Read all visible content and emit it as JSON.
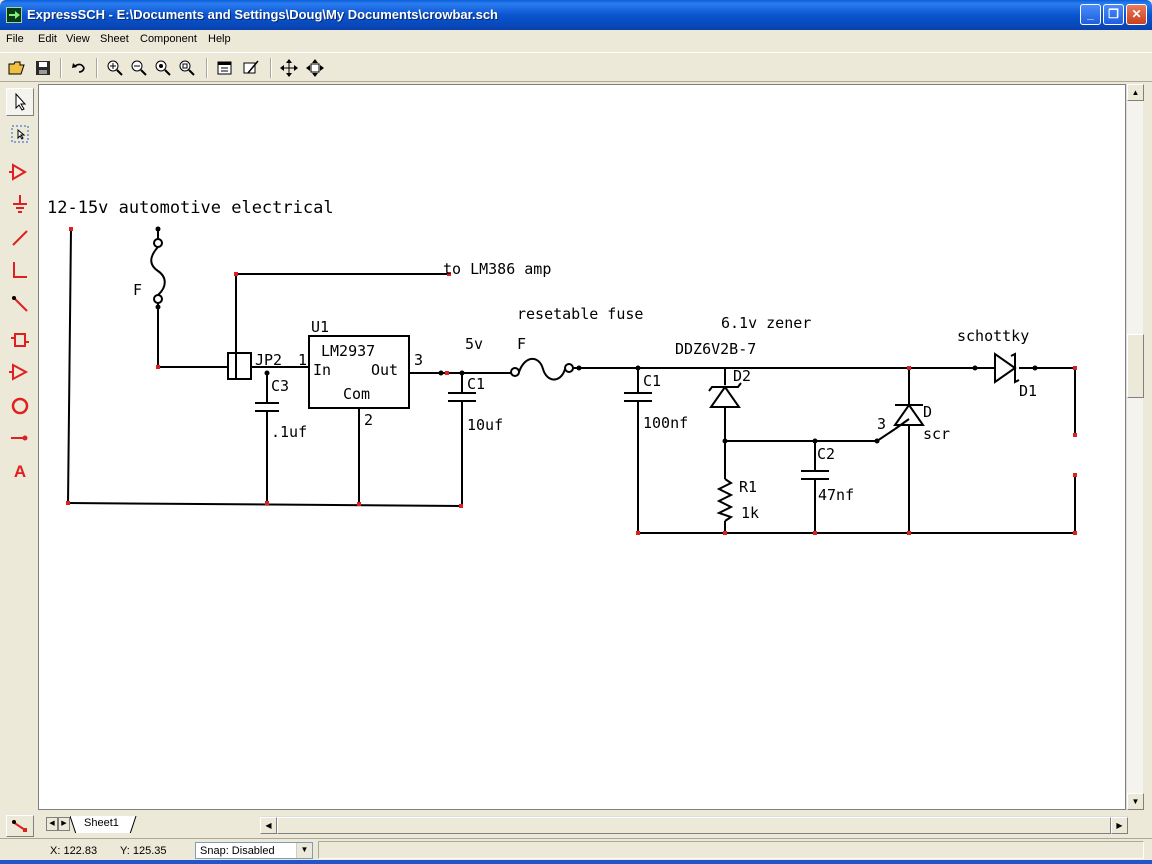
{
  "window": {
    "title": "ExpressSCH - E:\\Documents and Settings\\Doug\\My Documents\\crowbar.sch",
    "minimize_glyph": "_",
    "restore_glyph": "❐",
    "close_glyph": "✕"
  },
  "menu": {
    "items": [
      {
        "label": "File"
      },
      {
        "label": "Edit"
      },
      {
        "label": "View"
      },
      {
        "label": "Sheet"
      },
      {
        "label": "Component"
      },
      {
        "label": "Help"
      }
    ]
  },
  "toolbar": {
    "buttons": [
      "open-icon",
      "save-icon",
      "undo-icon",
      "zoom-in-icon",
      "zoom-out-icon",
      "zoom-area-icon",
      "zoom-page-icon",
      "properties-icon",
      "part-edit-icon",
      "pan-icon",
      "fit-all-icon"
    ]
  },
  "palette": {
    "tools": [
      "select-arrow-icon",
      "select-area-icon",
      "input-port-icon",
      "ground-icon",
      "wire-icon",
      "bus-icon",
      "bus-entry-icon",
      "component-icon",
      "output-port-icon",
      "circle-icon",
      "pin-icon",
      "text-icon"
    ],
    "text_tool_glyph": "A"
  },
  "schematic": {
    "labels": {
      "title": "12-15v automotive electrical",
      "fuse1_ref": "F",
      "lm386": "to LM386 amp",
      "u1_ref": "U1",
      "u1_part": "LM2937",
      "u1_in": "In",
      "u1_out": "Out",
      "u1_com": "Com",
      "u1_pin1": "1",
      "u1_pin2": "2",
      "u1_pin3": "3",
      "jp2": "JP2",
      "c3_ref": "C3",
      "c3_val": ".1uf",
      "five_v": "5v",
      "fuse2_ref": "F",
      "resettable": "resetable fuse",
      "c1a_ref": "C1",
      "c1a_val": "10uf",
      "c1b_ref": "C1",
      "c1b_val": "100nf",
      "zener_desc": "6.1v zener",
      "zener_part": "DDZ6V2B-7",
      "d2_ref": "D2",
      "r1_ref": "R1",
      "r1_val": "1k",
      "c2_ref": "C2",
      "c2_val": "47nf",
      "scr_pin": "3",
      "scr_ref": "D",
      "scr_val": "scr",
      "schottky": "schottky",
      "d1_ref": "D1"
    }
  },
  "sheet": {
    "tab_label": "Sheet1"
  },
  "status": {
    "x_coord": "X: 122.83",
    "y_coord": "Y: 125.35",
    "snap": "Snap: Disabled"
  },
  "colors": {
    "titlebar": "#0a55d0",
    "palette_icon": "#e02020",
    "node_dot": "#e02020",
    "wire": "#000000"
  }
}
